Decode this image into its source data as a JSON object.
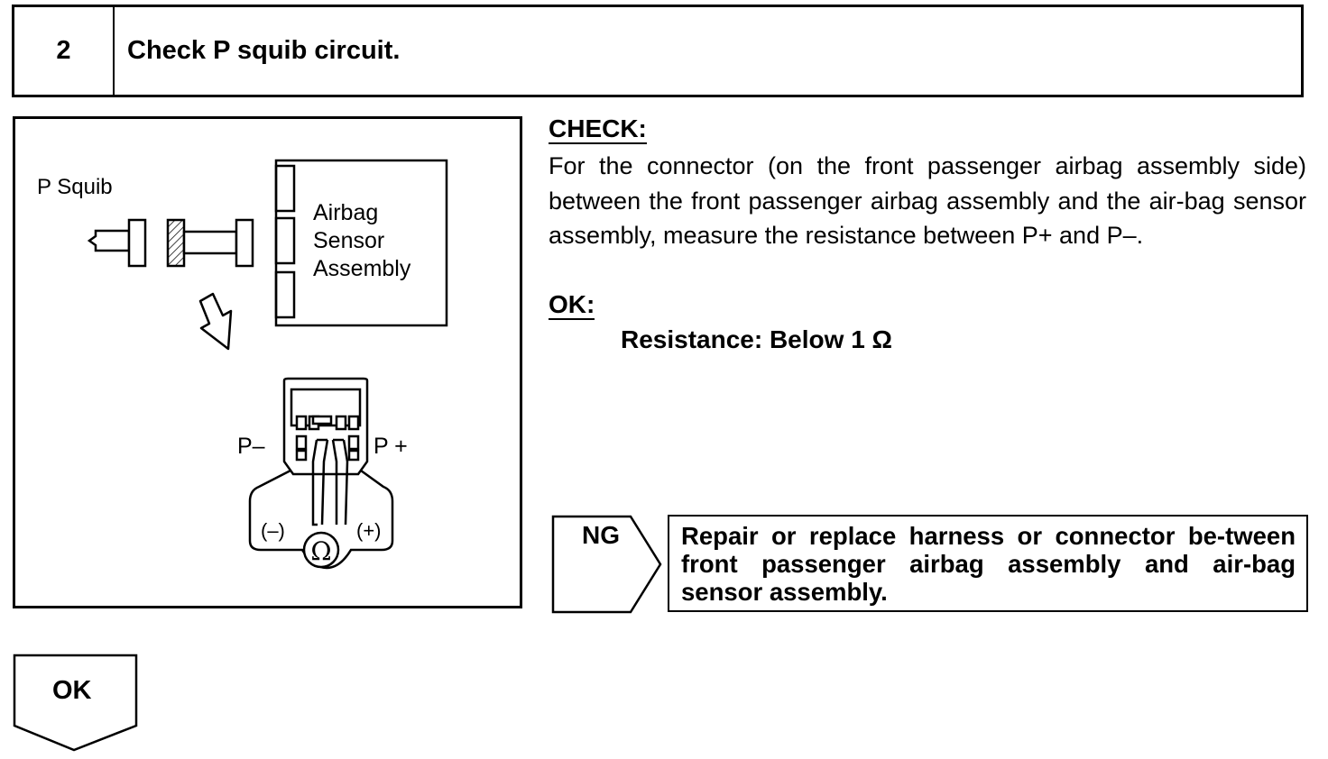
{
  "step": {
    "number": "2",
    "title": "Check P squib circuit."
  },
  "figure": {
    "squib_label": "P Squib",
    "sensor_label_lines": [
      "Airbag",
      "Sensor",
      "Assembly"
    ],
    "minus_terminal": "P–",
    "plus_terminal": "P +",
    "meter_minus": "(–)",
    "meter_plus": "(+)",
    "ohm_symbol": "Ω"
  },
  "check": {
    "heading": "CHECK:",
    "text": "For the connector (on the front passenger airbag assembly side) between the front passenger airbag assembly and the air-bag sensor assembly, measure the resistance between P+ and P–."
  },
  "ok": {
    "heading": "OK:",
    "spec": "Resistance: Below 1 Ω"
  },
  "ng": {
    "label": "NG",
    "action": "Repair or replace harness or connector be-tween front passenger airbag assembly and air-bag sensor assembly."
  },
  "ok_branch": {
    "label": "OK"
  }
}
